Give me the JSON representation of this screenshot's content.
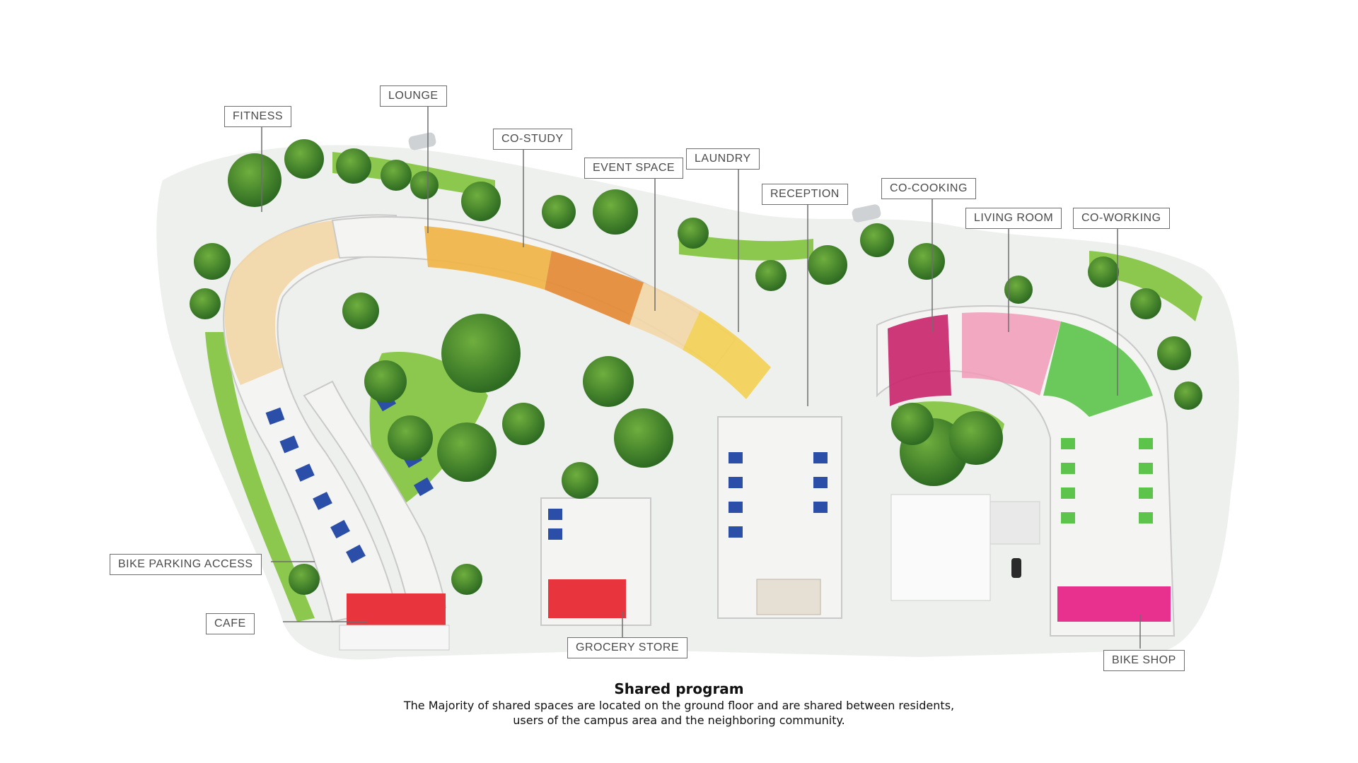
{
  "labels": {
    "fitness": "FITNESS",
    "lounge": "LOUNGE",
    "co_study": "CO-STUDY",
    "event_space": "EVENT SPACE",
    "laundry": "LAUNDRY",
    "reception": "RECEPTION",
    "co_cooking": "CO-COOKING",
    "living_room": "LIVING ROOM",
    "co_working": "CO-WORKING",
    "bike_parking_access": "BIKE PARKING ACCESS",
    "cafe": "CAFE",
    "grocery_store": "GROCERY STORE",
    "bike_shop": "BIKE SHOP"
  },
  "caption": {
    "title": "Shared program",
    "line1": "The Majority of shared spaces are located on the ground floor and are shared between residents,",
    "line2": "users of the campus area and the neighboring community."
  },
  "colors": {
    "fitness_zone": "#f3d6a6",
    "study_zone": "#f0b54a",
    "event_zone": "#e48c3a",
    "reception_zone": "#f2d25a",
    "cooking_zone": "#c8246a",
    "living_zone": "#f29ab8",
    "coworking_zone": "#5cc44a",
    "cafe_zone": "#e8343c",
    "bikeshop_zone": "#e8308e",
    "bedroom_blue": "#2b4fa8",
    "greenery": "#3f8a2e",
    "lawn": "#8cc84e"
  }
}
